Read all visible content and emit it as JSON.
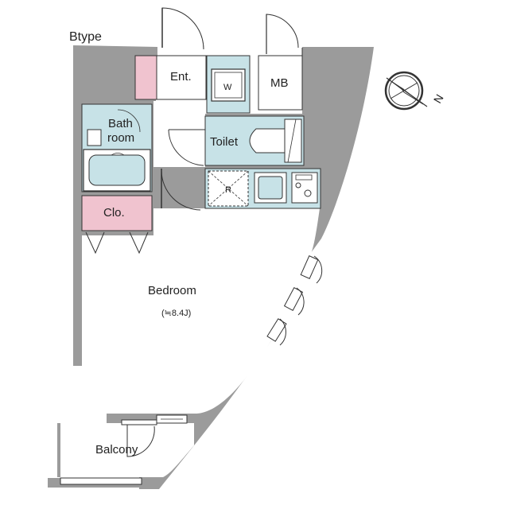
{
  "plan": {
    "type_label": "Btype",
    "compass_label": "N",
    "rooms": {
      "entrance": "Ent.",
      "washer": "W",
      "meter_box": "MB",
      "bath_line1": "Bath",
      "bath_line2": "room",
      "toilet": "Toilet",
      "refrigerator": "R",
      "closet": "Clo.",
      "bedroom": "Bedroom",
      "bedroom_area": "(≒8.4J)",
      "balcony": "Balcony"
    },
    "colors": {
      "wall": "#9b9b9b",
      "wet_area": "#c7e2e7",
      "storage": "#f0c3cf",
      "line": "#333333",
      "floor": "#ffffff"
    }
  }
}
